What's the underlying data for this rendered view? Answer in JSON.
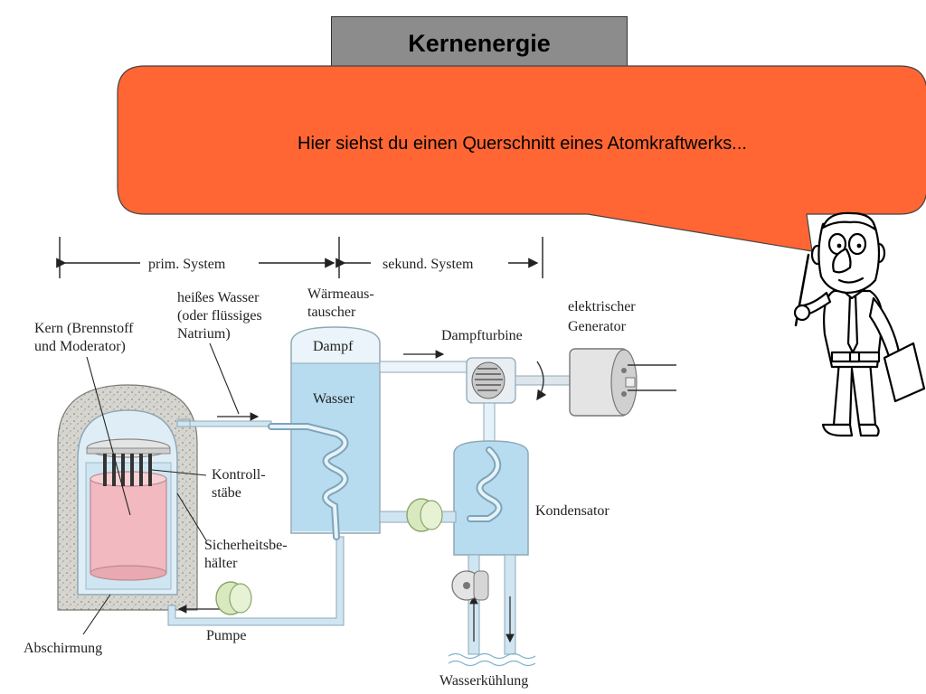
{
  "title": "Kernenergie",
  "speech": "Hier siehst du einen Querschnitt eines Atomkraftwerks...",
  "colors": {
    "bubble": "#ff6633",
    "title_box": "#8c8c8c",
    "water": "#b8dcef",
    "core": "#f2b9c0",
    "shield": "#d4d4cf"
  },
  "diagram": {
    "systems": {
      "primary": "prim. System",
      "secondary": "sekund. System"
    },
    "labels": {
      "core_l1": "Kern (Brennstoff",
      "core_l2": "und Moderator)",
      "hot_l1": "heißes Wasser",
      "hot_l2": "(oder flüssiges",
      "hot_l3": "Natrium)",
      "hx_l1": "Wärmeaus-",
      "hx_l2": "tauscher",
      "steam": "Dampf",
      "water": "Wasser",
      "turbine": "Dampfturbine",
      "gen_l1": "elektrischer",
      "gen_l2": "Generator",
      "rods_l1": "Kontroll-",
      "rods_l2": "stäbe",
      "cont_l1": "Sicherheitsbe-",
      "cont_l2": "hälter",
      "condenser": "Kondensator",
      "pump": "Pumpe",
      "shielding": "Abschirmung",
      "cooling": "Wasserkühlung"
    }
  }
}
